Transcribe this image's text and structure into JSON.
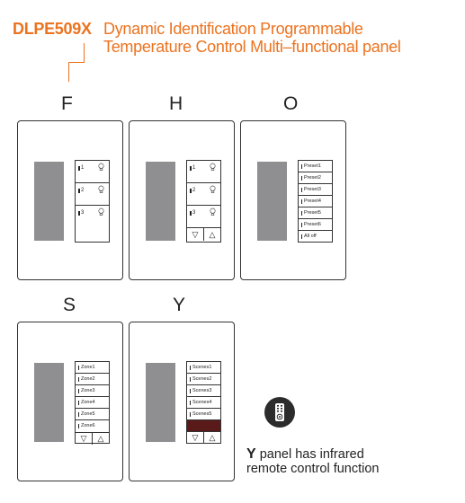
{
  "header": {
    "model": "DLPE509X",
    "title_line1": "Dynamic Identification Programmable",
    "title_line2": "Temperature Control Multi–functional panel",
    "accent_color": "#ec7320"
  },
  "panels": {
    "F": {
      "letter": "F",
      "buttons": [
        "1",
        "2",
        "3"
      ],
      "icon": "bulb-icon"
    },
    "H": {
      "letter": "H",
      "buttons": [
        "1",
        "2",
        "3"
      ],
      "icon": "bulb-icon",
      "arrows": [
        "▽",
        "△"
      ]
    },
    "O": {
      "letter": "O",
      "labels": [
        "Preset1",
        "Preset2",
        "Preset3",
        "Preset4",
        "Preset5",
        "Preset6",
        "All off"
      ]
    },
    "S": {
      "letter": "S",
      "labels": [
        "Zone1",
        "Zone2",
        "Zone3",
        "Zone4",
        "Zone5",
        "Zone6"
      ],
      "arrows": [
        "▽",
        "△"
      ]
    },
    "Y": {
      "letter": "Y",
      "labels": [
        "Scenes1",
        "Scenes2",
        "Scenes3",
        "Scenes4",
        "Scenes5"
      ],
      "arrows": [
        "▽",
        "△"
      ]
    }
  },
  "note": {
    "bold": "Y",
    "line1_rest": " panel has infrared",
    "line2": "remote control function",
    "icon": "remote-control-icon"
  }
}
